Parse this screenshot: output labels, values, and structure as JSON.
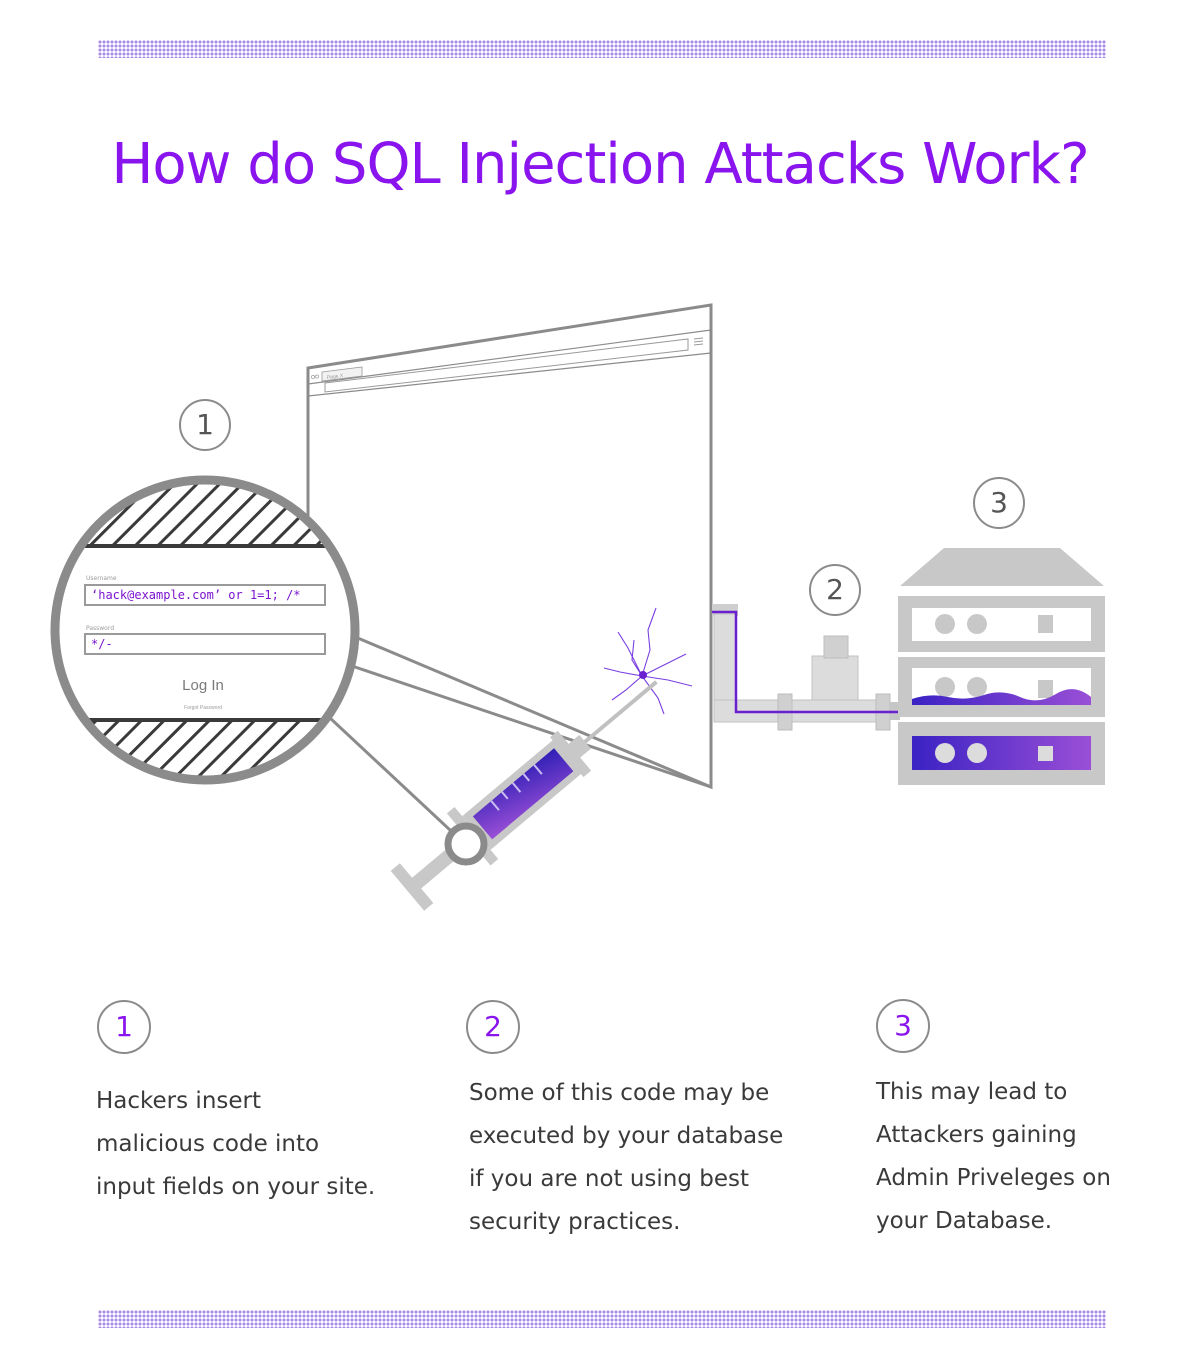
{
  "title": "How do SQL Injection Attacks Work?",
  "colors": {
    "accent": "#8a14ee",
    "syringe_fluid_dark": "#2f1fb6",
    "syringe_fluid_light": "#9a4fd6",
    "hardware_gray": "#c8c8c8",
    "outline_gray": "#8b8b8b",
    "text": "#3a3a3a"
  },
  "diagram": {
    "badges": [
      "1",
      "2",
      "3"
    ],
    "browser": {
      "tab_label": "Page X"
    },
    "login_form": {
      "username_label": "Username",
      "username_value": "‘hack@example.com’ or 1=1; /*",
      "password_label": "Password",
      "password_value": "*/-",
      "login_button": "Log In",
      "forgot_link": "Forgot Password"
    },
    "icons": [
      "magnifier-icon",
      "syringe-icon",
      "pipe-icon",
      "server-stack-icon"
    ]
  },
  "steps": [
    {
      "number": "1",
      "text": "Hackers insert\nmalicious code into\ninput fields on your site."
    },
    {
      "number": "2",
      "text": "Some of this code may be\nexecuted by your database\nif you are not using best\nsecurity practices."
    },
    {
      "number": "3",
      "text": "This may lead to\nAttackers gaining\nAdmin Priveleges on\nyour Database."
    }
  ]
}
